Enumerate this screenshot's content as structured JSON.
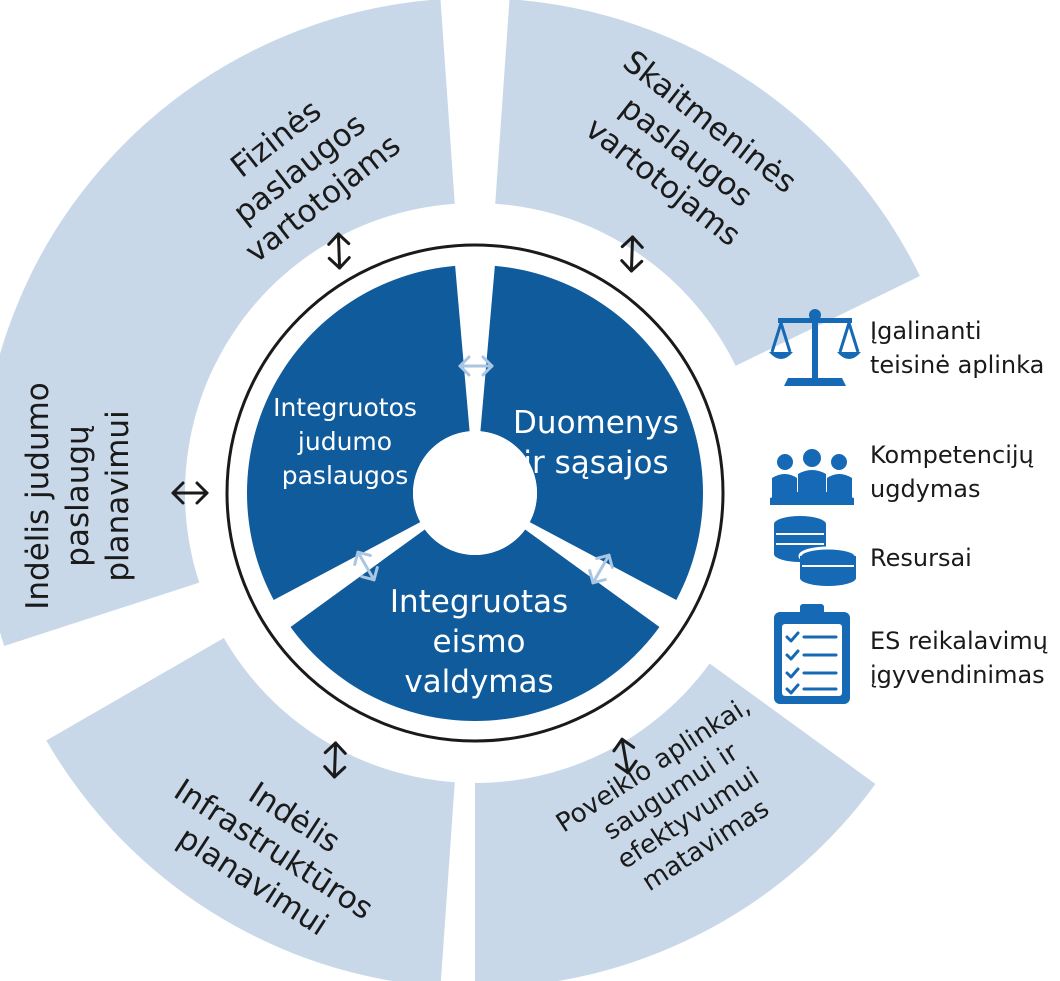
{
  "colors": {
    "outer_segment": "#c9d8e8",
    "inner_segment": "#0f5b9c",
    "ring_stroke": "#1a1a1a",
    "outer_arrow": "#1a1a1a",
    "inner_arrow": "#a9c6e2",
    "icon": "#1569b5"
  },
  "outer": {
    "fizines": [
      "Fizinės",
      "paslaugos",
      "vartotojams"
    ],
    "skaitmenines": [
      "Skaitmeninės",
      "paslaugos",
      "vartotojams"
    ],
    "indelis_judumo": [
      "Indėlis judumo",
      "paslaugų",
      "planavimui"
    ],
    "infrastrukturos": [
      "Indėlis",
      "Infrastruktūros",
      "planavimui"
    ],
    "poveikio": [
      "Poveikio aplinkai,",
      "saugumui ir",
      "efektyvumui",
      "matavimas"
    ]
  },
  "inner": {
    "integruotos": [
      "Integruotos",
      "judumo",
      "paslaugos"
    ],
    "duomenys": [
      "Duomenys",
      "ir sąsajos"
    ],
    "eismo": [
      "Integruotas",
      "eismo",
      "valdymas"
    ]
  },
  "legend": [
    {
      "icon": "scales-icon",
      "lines": [
        "Įgalinanti",
        "teisinė aplinka"
      ]
    },
    {
      "icon": "people-group-icon",
      "lines": [
        "Kompetencijų",
        "ugdymas"
      ]
    },
    {
      "icon": "coins-icon",
      "lines": [
        "Resursai"
      ]
    },
    {
      "icon": "checklist-icon",
      "lines": [
        "ES reikalavimų",
        "įgyvendinimas"
      ]
    }
  ]
}
